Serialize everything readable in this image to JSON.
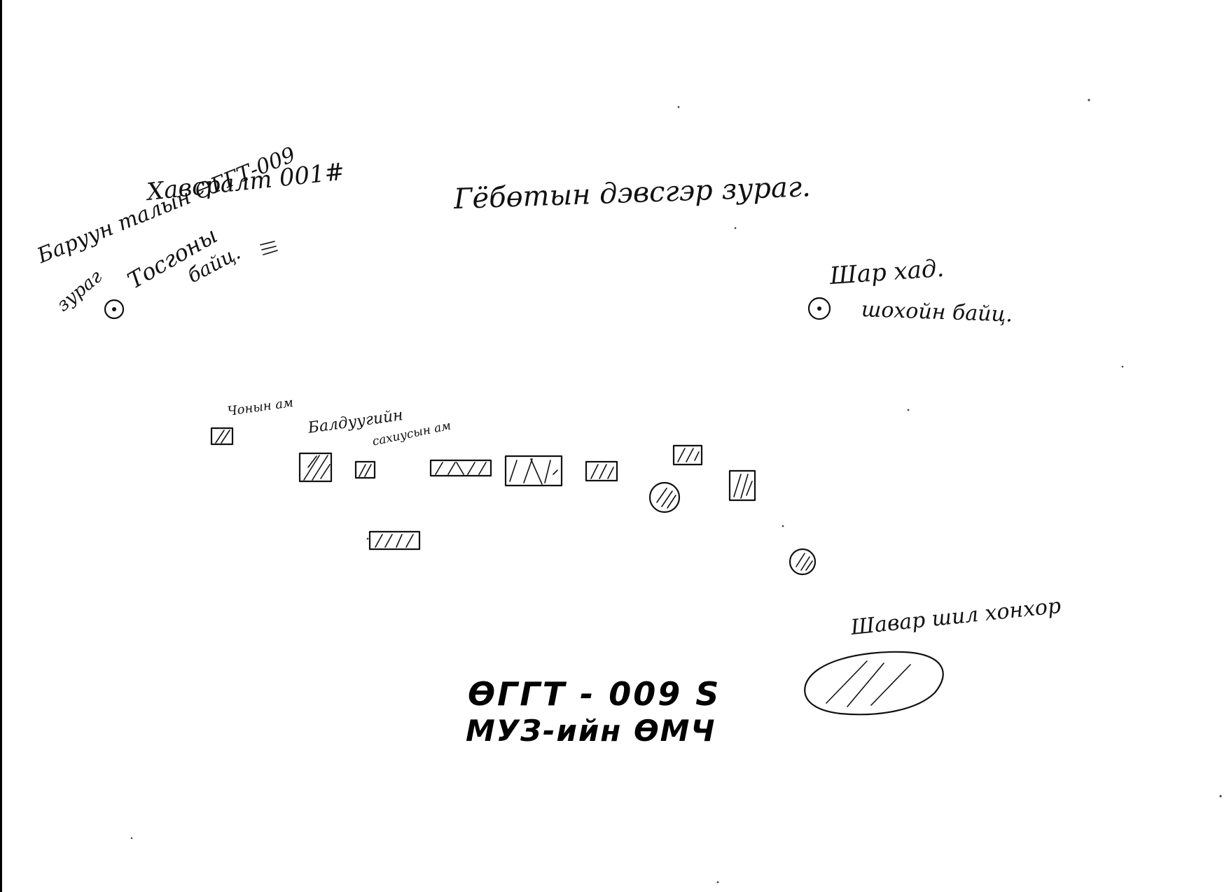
{
  "sheet": {
    "title": "Гёбөтын дэвсгэр зураг.",
    "left_note": {
      "line1": "Хавсралт 001#",
      "line2": "Баруун талын ӨГГТ-009",
      "line3": "зураг",
      "line4": "Тосгоны",
      "line5": "байц."
    },
    "right_note": {
      "line1": "Шар хад.",
      "line2": "шохойн байц."
    },
    "feature_labels": {
      "a": "Чонын ам",
      "b": "Балдуугийн",
      "c": "сахиусын ам"
    },
    "bottom_right_label": "Шавар шил хонхор",
    "stamp": {
      "line1": "ӨГГТ - 009 S",
      "line2": "МУЗ-ийн ӨМЧ"
    }
  }
}
